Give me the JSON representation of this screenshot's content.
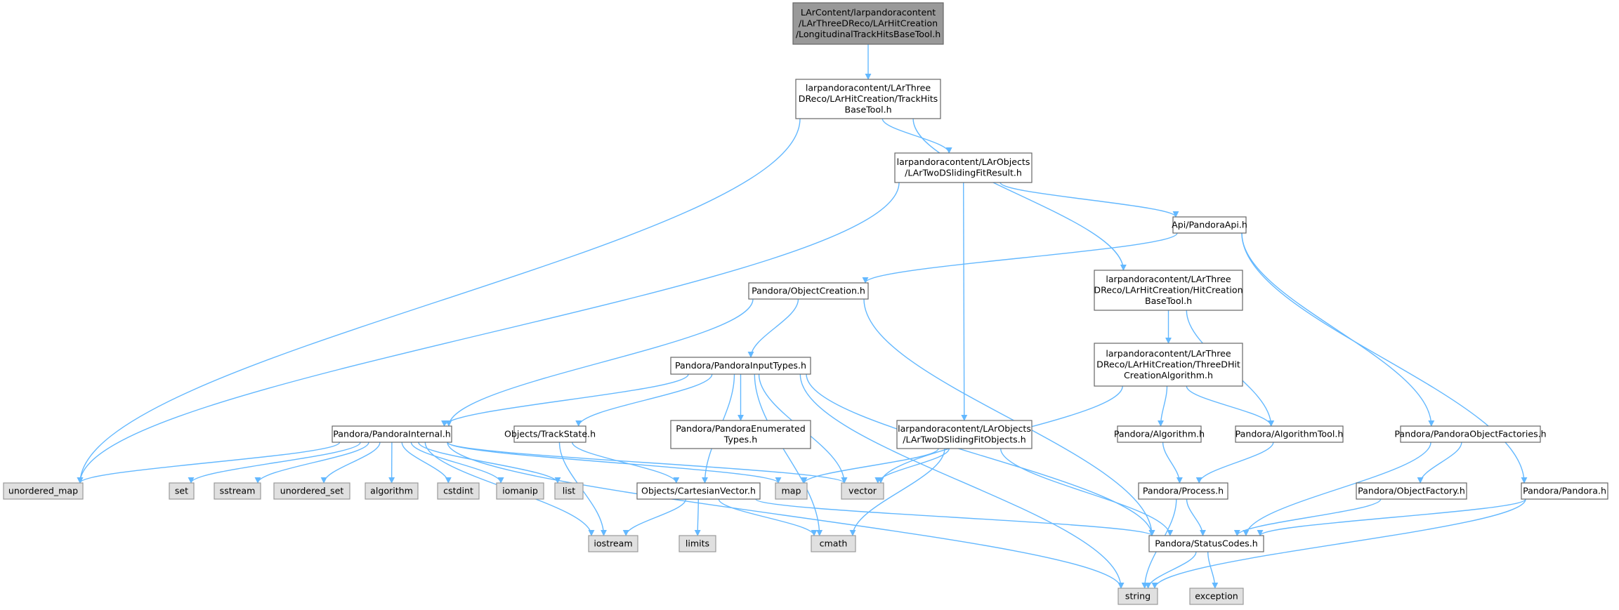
{
  "colors": {
    "edge": "#63b8ff",
    "root_fill": "#999999",
    "root_border": "#666666",
    "file_fill": "#ffffff",
    "file_border": "#666666",
    "system_fill": "#e0e0e0",
    "system_border": "#999999"
  },
  "nodes": [
    {
      "id": "root",
      "kind": "root",
      "lines": [
        "LArContent/larpandoracontent",
        "/LArThreeDReco/LArHitCreation",
        "/LongitudinalTrackHitsBaseTool.h"
      ]
    },
    {
      "id": "trackhitsbase",
      "kind": "file",
      "lines": [
        "larpandoracontent/LArThree",
        "DReco/LArHitCreation/TrackHits",
        "BaseTool.h"
      ]
    },
    {
      "id": "slidingfitresult",
      "kind": "file",
      "lines": [
        "larpandoracontent/LArObjects",
        "/LArTwoDSlidingFitResult.h"
      ]
    },
    {
      "id": "pandoraapi",
      "kind": "file",
      "lines": [
        "Api/PandoraApi.h"
      ]
    },
    {
      "id": "objectcreation",
      "kind": "file",
      "lines": [
        "Pandora/ObjectCreation.h"
      ]
    },
    {
      "id": "hitcreationbase",
      "kind": "file",
      "lines": [
        "larpandoracontent/LArThree",
        "DReco/LArHitCreation/HitCreation",
        "BaseTool.h"
      ]
    },
    {
      "id": "threedhitcreation",
      "kind": "file",
      "lines": [
        "larpandoracontent/LArThree",
        "DReco/LArHitCreation/ThreeDHit",
        "CreationAlgorithm.h"
      ]
    },
    {
      "id": "inputtypes",
      "kind": "file",
      "lines": [
        "Pandora/PandoraInputTypes.h"
      ]
    },
    {
      "id": "pandorainternal",
      "kind": "file",
      "lines": [
        "Pandora/PandoraInternal.h"
      ]
    },
    {
      "id": "trackstate",
      "kind": "file",
      "lines": [
        "Objects/TrackState.h"
      ]
    },
    {
      "id": "enumerated",
      "kind": "file",
      "lines": [
        "Pandora/PandoraEnumerated",
        "Types.h"
      ]
    },
    {
      "id": "slidingfitobjects",
      "kind": "file",
      "lines": [
        "larpandoracontent/LArObjects",
        "/LArTwoDSlidingFitObjects.h"
      ]
    },
    {
      "id": "algorithm_h",
      "kind": "file",
      "lines": [
        "Pandora/Algorithm.h"
      ]
    },
    {
      "id": "algorithmtool",
      "kind": "file",
      "lines": [
        "Pandora/AlgorithmTool.h"
      ]
    },
    {
      "id": "objectfactories",
      "kind": "file",
      "lines": [
        "Pandora/PandoraObjectFactories.h"
      ]
    },
    {
      "id": "cartesianvector",
      "kind": "file",
      "lines": [
        "Objects/CartesianVector.h"
      ]
    },
    {
      "id": "process",
      "kind": "file",
      "lines": [
        "Pandora/Process.h"
      ]
    },
    {
      "id": "objectfactory",
      "kind": "file",
      "lines": [
        "Pandora/ObjectFactory.h"
      ]
    },
    {
      "id": "pandora_h",
      "kind": "file",
      "lines": [
        "Pandora/Pandora.h"
      ]
    },
    {
      "id": "statuscodes",
      "kind": "file",
      "lines": [
        "Pandora/StatusCodes.h"
      ]
    },
    {
      "id": "unordered_map",
      "kind": "system",
      "lines": [
        "unordered_map"
      ]
    },
    {
      "id": "set",
      "kind": "system",
      "lines": [
        "set"
      ]
    },
    {
      "id": "sstream",
      "kind": "system",
      "lines": [
        "sstream"
      ]
    },
    {
      "id": "unordered_set",
      "kind": "system",
      "lines": [
        "unordered_set"
      ]
    },
    {
      "id": "algorithm",
      "kind": "system",
      "lines": [
        "algorithm"
      ]
    },
    {
      "id": "cstdint",
      "kind": "system",
      "lines": [
        "cstdint"
      ]
    },
    {
      "id": "iomanip",
      "kind": "system",
      "lines": [
        "iomanip"
      ]
    },
    {
      "id": "list",
      "kind": "system",
      "lines": [
        "list"
      ]
    },
    {
      "id": "map",
      "kind": "system",
      "lines": [
        "map"
      ]
    },
    {
      "id": "vector",
      "kind": "system",
      "lines": [
        "vector"
      ]
    },
    {
      "id": "iostream",
      "kind": "system",
      "lines": [
        "iostream"
      ]
    },
    {
      "id": "limits",
      "kind": "system",
      "lines": [
        "limits"
      ]
    },
    {
      "id": "cmath",
      "kind": "system",
      "lines": [
        "cmath"
      ]
    },
    {
      "id": "string",
      "kind": "system",
      "lines": [
        "string"
      ]
    },
    {
      "id": "exception",
      "kind": "system",
      "lines": [
        "exception"
      ]
    }
  ],
  "edges": [
    [
      "root",
      "trackhitsbase"
    ],
    [
      "trackhitsbase",
      "unordered_map"
    ],
    [
      "trackhitsbase",
      "slidingfitresult"
    ],
    [
      "trackhitsbase",
      "hitcreationbase"
    ],
    [
      "slidingfitresult",
      "unordered_map"
    ],
    [
      "slidingfitresult",
      "slidingfitobjects"
    ],
    [
      "slidingfitresult",
      "pandoraapi"
    ],
    [
      "pandoraapi",
      "objectcreation"
    ],
    [
      "pandoraapi",
      "objectfactories"
    ],
    [
      "pandoraapi",
      "pandora_h"
    ],
    [
      "objectcreation",
      "pandorainternal"
    ],
    [
      "objectcreation",
      "inputtypes"
    ],
    [
      "objectcreation",
      "statuscodes"
    ],
    [
      "hitcreationbase",
      "threedhitcreation"
    ],
    [
      "hitcreationbase",
      "algorithmtool"
    ],
    [
      "threedhitcreation",
      "vector"
    ],
    [
      "threedhitcreation",
      "algorithm_h"
    ],
    [
      "threedhitcreation",
      "algorithmtool"
    ],
    [
      "inputtypes",
      "pandorainternal"
    ],
    [
      "inputtypes",
      "trackstate"
    ],
    [
      "inputtypes",
      "enumerated"
    ],
    [
      "inputtypes",
      "cartesianvector"
    ],
    [
      "inputtypes",
      "vector"
    ],
    [
      "inputtypes",
      "cmath"
    ],
    [
      "inputtypes",
      "string"
    ],
    [
      "inputtypes",
      "statuscodes"
    ],
    [
      "pandorainternal",
      "unordered_map"
    ],
    [
      "pandorainternal",
      "set"
    ],
    [
      "pandorainternal",
      "sstream"
    ],
    [
      "pandorainternal",
      "unordered_set"
    ],
    [
      "pandorainternal",
      "algorithm"
    ],
    [
      "pandorainternal",
      "cstdint"
    ],
    [
      "pandorainternal",
      "iomanip"
    ],
    [
      "pandorainternal",
      "list"
    ],
    [
      "pandorainternal",
      "map"
    ],
    [
      "pandorainternal",
      "vector"
    ],
    [
      "pandorainternal",
      "iostream"
    ],
    [
      "pandorainternal",
      "string"
    ],
    [
      "trackstate",
      "cartesianvector"
    ],
    [
      "trackstate",
      "iostream"
    ],
    [
      "slidingfitobjects",
      "map"
    ],
    [
      "slidingfitobjects",
      "vector"
    ],
    [
      "slidingfitobjects",
      "cmath"
    ],
    [
      "slidingfitobjects",
      "statuscodes"
    ],
    [
      "algorithm_h",
      "process"
    ],
    [
      "algorithmtool",
      "process"
    ],
    [
      "objectfactories",
      "objectfactory"
    ],
    [
      "objectfactories",
      "statuscodes"
    ],
    [
      "cartesianvector",
      "iostream"
    ],
    [
      "cartesianvector",
      "limits"
    ],
    [
      "cartesianvector",
      "cmath"
    ],
    [
      "cartesianvector",
      "statuscodes"
    ],
    [
      "process",
      "statuscodes"
    ],
    [
      "process",
      "string"
    ],
    [
      "objectfactory",
      "statuscodes"
    ],
    [
      "pandora_h",
      "statuscodes"
    ],
    [
      "pandora_h",
      "string"
    ],
    [
      "statuscodes",
      "string"
    ],
    [
      "statuscodes",
      "exception"
    ]
  ]
}
